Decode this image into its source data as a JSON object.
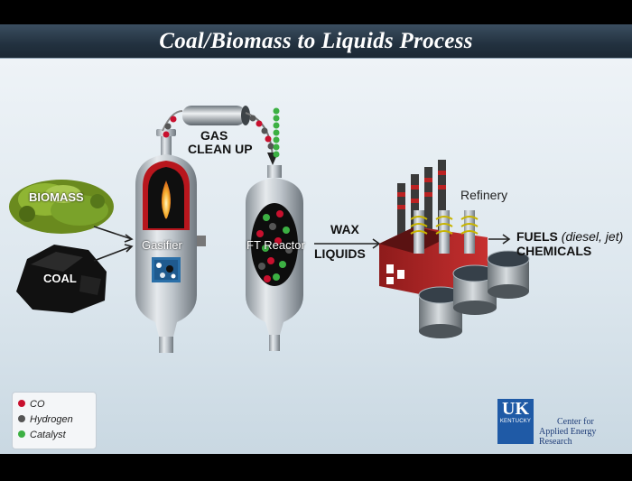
{
  "title": "Coal/Biomass to Liquids Process",
  "labels": {
    "biomass": "BIOMASS",
    "coal": "COAL",
    "gasifier": "Gasifier",
    "gas_clean_up_1": "GAS",
    "gas_clean_up_2": "CLEAN UP",
    "ft_reactor": "FT Reactor",
    "wax": "WAX",
    "liquids": "LIQUIDS",
    "refinery": "Refinery",
    "fuels": "FUELS",
    "fuels_detail": "(diesel, jet)",
    "chemicals": "CHEMICALS"
  },
  "legend": [
    {
      "label": "CO",
      "color": "#c8102e"
    },
    {
      "label": "Hydrogen",
      "color": "#555555"
    },
    {
      "label": "Catalyst",
      "color": "#3cb043"
    }
  ],
  "logo": {
    "mark": "UK",
    "name": "KENTUCKY",
    "center_line1": "Center for",
    "center_line2": "Applied Energy Research"
  },
  "colors": {
    "co": "#c8102e",
    "hydrogen": "#555555",
    "catalyst": "#3cb043",
    "uk_blue": "#1f5aa6"
  }
}
